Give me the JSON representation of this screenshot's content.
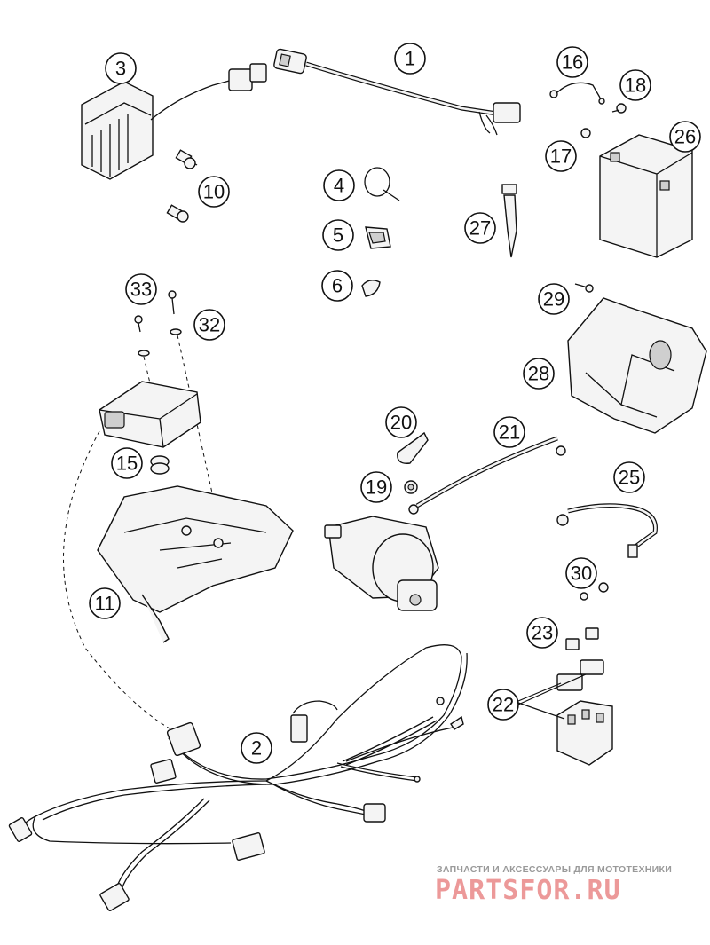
{
  "callouts": [
    {
      "label": "1"
    },
    {
      "label": "2"
    },
    {
      "label": "3"
    },
    {
      "label": "4"
    },
    {
      "label": "5"
    },
    {
      "label": "6"
    },
    {
      "label": "10"
    },
    {
      "label": "11"
    },
    {
      "label": "15"
    },
    {
      "label": "16"
    },
    {
      "label": "17"
    },
    {
      "label": "18"
    },
    {
      "label": "19"
    },
    {
      "label": "20"
    },
    {
      "label": "21"
    },
    {
      "label": "22"
    },
    {
      "label": "23"
    },
    {
      "label": "25"
    },
    {
      "label": "26"
    },
    {
      "label": "27"
    },
    {
      "label": "28"
    },
    {
      "label": "29"
    },
    {
      "label": "30"
    },
    {
      "label": "32"
    },
    {
      "label": "33"
    }
  ],
  "watermark": {
    "tagline": "ЗАПЧАСТИ И АКСЕССУАРЫ ДЛЯ МОТОТЕХНИКИ",
    "logo": "PARTSFOR.RU"
  },
  "colors": {
    "line": "#111111",
    "watermark_logo": "#e88080",
    "watermark_text": "#9a9a9a"
  }
}
